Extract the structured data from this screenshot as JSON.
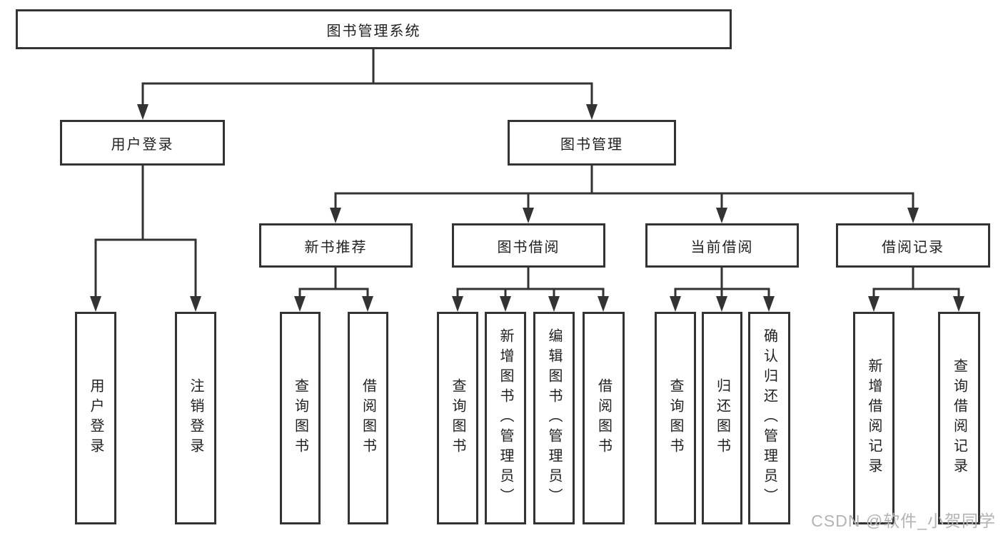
{
  "tree": {
    "root": {
      "label": "图书管理系统"
    },
    "branches": [
      {
        "label": "用户登录",
        "children": [
          {
            "label": "用户登录"
          },
          {
            "label": "注销登录"
          }
        ]
      },
      {
        "label": "图书管理",
        "children": [
          {
            "label": "新书推荐",
            "children": [
              {
                "label": "查询图书"
              },
              {
                "label": "借阅图书"
              }
            ]
          },
          {
            "label": "图书借阅",
            "children": [
              {
                "label": "查询图书"
              },
              {
                "label": "新增图书（管理员）"
              },
              {
                "label": "编辑图书（管理员）"
              },
              {
                "label": "借阅图书"
              }
            ]
          },
          {
            "label": "当前借阅",
            "children": [
              {
                "label": "查询图书"
              },
              {
                "label": "归还图书"
              },
              {
                "label": "确认归还（管理员）"
              }
            ]
          },
          {
            "label": "借阅记录",
            "children": [
              {
                "label": "新增借阅记录"
              },
              {
                "label": "查询借阅记录"
              }
            ]
          }
        ]
      }
    ]
  },
  "watermark": {
    "text": "CSDN @软件_小贺同学"
  },
  "colors": {
    "line": "#333333",
    "text": "#212121",
    "background": "#ffffff",
    "watermark": "#b3b3b3"
  }
}
